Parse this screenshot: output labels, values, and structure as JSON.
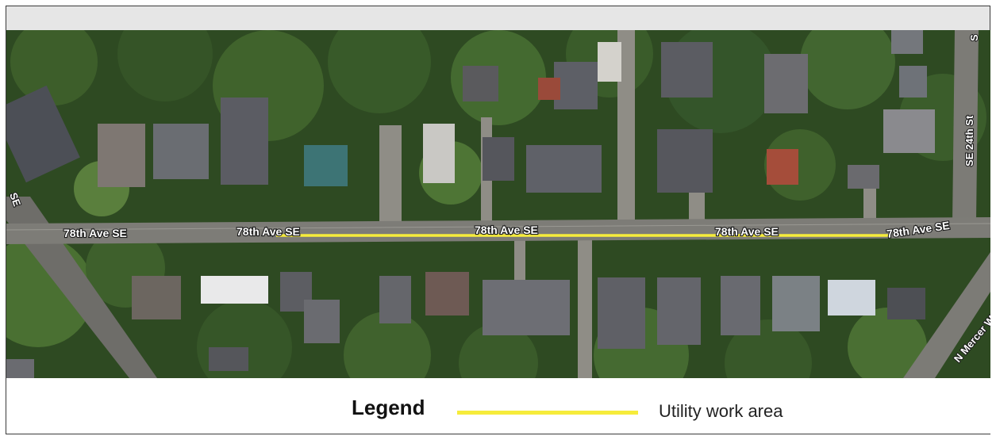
{
  "map": {
    "road_labels": {
      "main_1": "78th Ave SE",
      "main_2": "78th Ave SE",
      "main_3": "78th Ave SE",
      "main_4": "78th Ave SE",
      "main_5": "78th Ave SE",
      "cross_street": "SE 24th St",
      "diagonal_street": "N Mercer W",
      "partial_left": "SE",
      "partial_top_right": "S"
    },
    "work_area_color": "#f6ec3b"
  },
  "legend": {
    "title": "Legend",
    "items": [
      {
        "label": "Utility work area",
        "color": "#f6ec3b"
      }
    ]
  }
}
